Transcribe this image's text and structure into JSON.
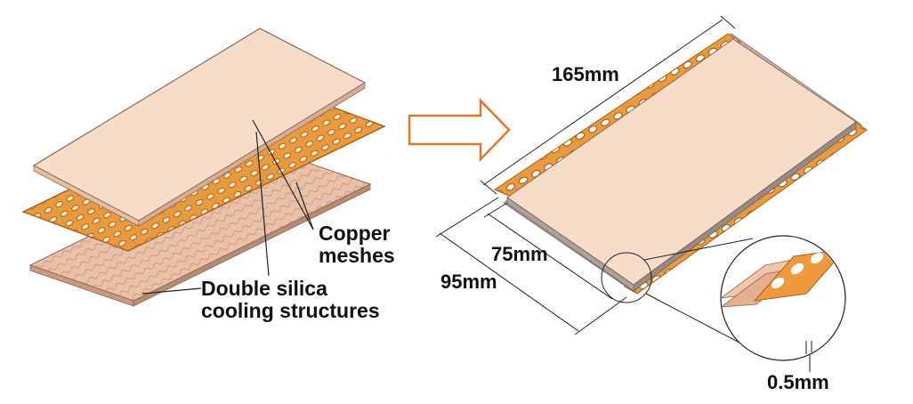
{
  "labels": {
    "copper_meshes_line1": "Copper",
    "copper_meshes_line2": "meshes",
    "silica_line1": "Double silica",
    "silica_line2": "cooling structures",
    "dim_length": "165mm",
    "dim_inner_width": "75mm",
    "dim_outer_width": "95mm",
    "dim_thickness": "0.5mm"
  },
  "colors": {
    "plate_fill": "#f9dcc7",
    "plate_edge": "#8a6a55",
    "mesh_fill": "#e89a3c",
    "mesh_edge": "#a8601a",
    "base_fill": "#e8c2a8",
    "arrow_stroke": "#e0782a",
    "line_color": "#222222"
  },
  "icons": {
    "transform_arrow": "right-arrow-outline-icon",
    "detail_magnifier": "zoom-circle-icon"
  }
}
